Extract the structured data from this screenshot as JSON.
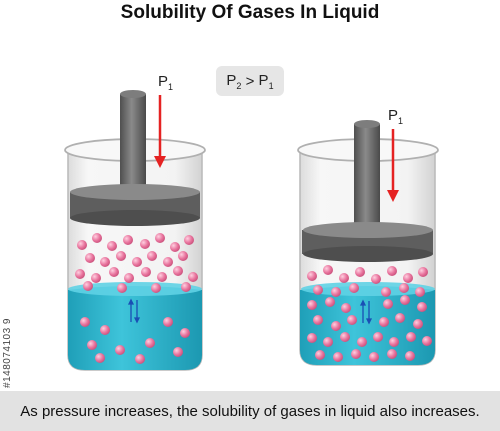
{
  "title": "Solubility Of Gases In Liquid",
  "comparison": {
    "p2_base": "P",
    "p2_sub": "2",
    "op": " > ",
    "p1_base": "P",
    "p1_sub": "1"
  },
  "left_label": {
    "base": "P",
    "sub": "1"
  },
  "right_label": {
    "base": "P",
    "sub": "1"
  },
  "caption": "As pressure increases, the solubility of gases in liquid also increases.",
  "watermark": "#148074103 9",
  "colors": {
    "liquid": "#2ab3cc",
    "molecule": "#e8739d",
    "piston": "#6b6b6b",
    "arrow_red": "#e52222",
    "arrow_blue": "#1a4fb5"
  }
}
